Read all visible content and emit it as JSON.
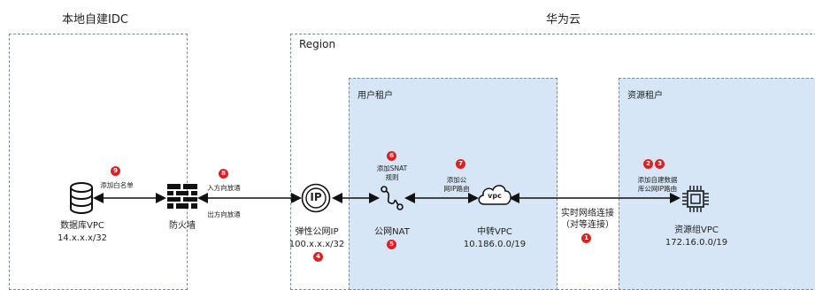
{
  "headings": {
    "idc": "本地自建IDC",
    "cloud": "华为云",
    "region": "Region",
    "user_tenant": "用户租户",
    "resource_tenant": "资源租户"
  },
  "nodes": {
    "db_vpc": {
      "name": "数据库VPC",
      "cidr": "14.x.x.x/32"
    },
    "firewall": {
      "name": "防火墙"
    },
    "eip": {
      "name": "弹性公网IP",
      "cidr": "100.x.x.x/32",
      "glyph": "IP"
    },
    "nat": {
      "name": "公网NAT"
    },
    "transit_vpc": {
      "name": "中转VPC",
      "cidr": "10.186.0.0/19",
      "glyph": "vpc"
    },
    "resource_vpc": {
      "name": "资源组VPC",
      "cidr": "172.16.0.0/19"
    }
  },
  "annotations": {
    "whitelist": "添加白名单",
    "inbound": "入方向放通",
    "outbound": "出方向放通",
    "snat_line1": "添加SNAT",
    "snat_line2": "规则",
    "public_route_line1": "添加公",
    "public_route_line2": "网IP路由",
    "idc_route_line1": "添加自建数据",
    "idc_route_line2": "库公网IP路由",
    "peering_line1": "实时网络连接",
    "peering_line2": "（对等连接）"
  },
  "badges": {
    "b1": "1",
    "b2": "2",
    "b3": "3",
    "b4": "4",
    "b5": "5",
    "b6": "6",
    "b7": "7",
    "b8": "8",
    "b9": "9"
  },
  "colors": {
    "tenant_fill": "#d6e6f6",
    "badge": "#e02020",
    "line": "#111111"
  }
}
